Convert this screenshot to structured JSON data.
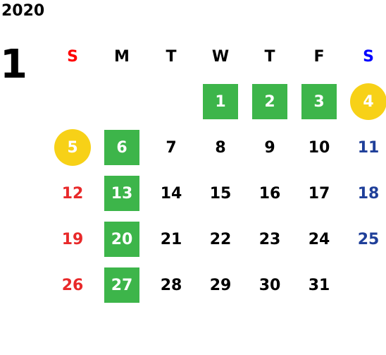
{
  "calendar": {
    "year": "2020",
    "month": "1",
    "weekday_headers": [
      {
        "label": "S",
        "color": "#ff0000"
      },
      {
        "label": "M",
        "color": "#000000"
      },
      {
        "label": "T",
        "color": "#000000"
      },
      {
        "label": "W",
        "color": "#000000"
      },
      {
        "label": "T",
        "color": "#000000"
      },
      {
        "label": "F",
        "color": "#000000"
      },
      {
        "label": "S",
        "color": "#0000ff"
      }
    ],
    "weeks": [
      [
        null,
        null,
        null,
        {
          "day": "1",
          "style": "green"
        },
        {
          "day": "2",
          "style": "green"
        },
        {
          "day": "3",
          "style": "green"
        },
        {
          "day": "4",
          "style": "gold"
        }
      ],
      [
        {
          "day": "5",
          "style": "gold"
        },
        {
          "day": "6",
          "style": "green"
        },
        {
          "day": "7",
          "style": "plain"
        },
        {
          "day": "8",
          "style": "plain"
        },
        {
          "day": "9",
          "style": "plain"
        },
        {
          "day": "10",
          "style": "plain"
        },
        {
          "day": "11",
          "style": "saturday"
        }
      ],
      [
        {
          "day": "12",
          "style": "sunday"
        },
        {
          "day": "13",
          "style": "green"
        },
        {
          "day": "14",
          "style": "plain"
        },
        {
          "day": "15",
          "style": "plain"
        },
        {
          "day": "16",
          "style": "plain"
        },
        {
          "day": "17",
          "style": "plain"
        },
        {
          "day": "18",
          "style": "saturday"
        }
      ],
      [
        {
          "day": "19",
          "style": "sunday"
        },
        {
          "day": "20",
          "style": "green"
        },
        {
          "day": "21",
          "style": "plain"
        },
        {
          "day": "22",
          "style": "plain"
        },
        {
          "day": "23",
          "style": "plain"
        },
        {
          "day": "24",
          "style": "plain"
        },
        {
          "day": "25",
          "style": "saturday"
        }
      ],
      [
        {
          "day": "26",
          "style": "sunday"
        },
        {
          "day": "27",
          "style": "green"
        },
        {
          "day": "28",
          "style": "plain"
        },
        {
          "day": "29",
          "style": "plain"
        },
        {
          "day": "30",
          "style": "plain"
        },
        {
          "day": "31",
          "style": "plain"
        },
        null
      ]
    ]
  },
  "colors": {
    "sunday_text": "#e8292a",
    "saturday_text": "#1f3f99",
    "plain_text": "#000000",
    "green_highlight": "#3db54a",
    "gold_highlight": "#f7d117",
    "highlight_text": "#ffffff"
  }
}
